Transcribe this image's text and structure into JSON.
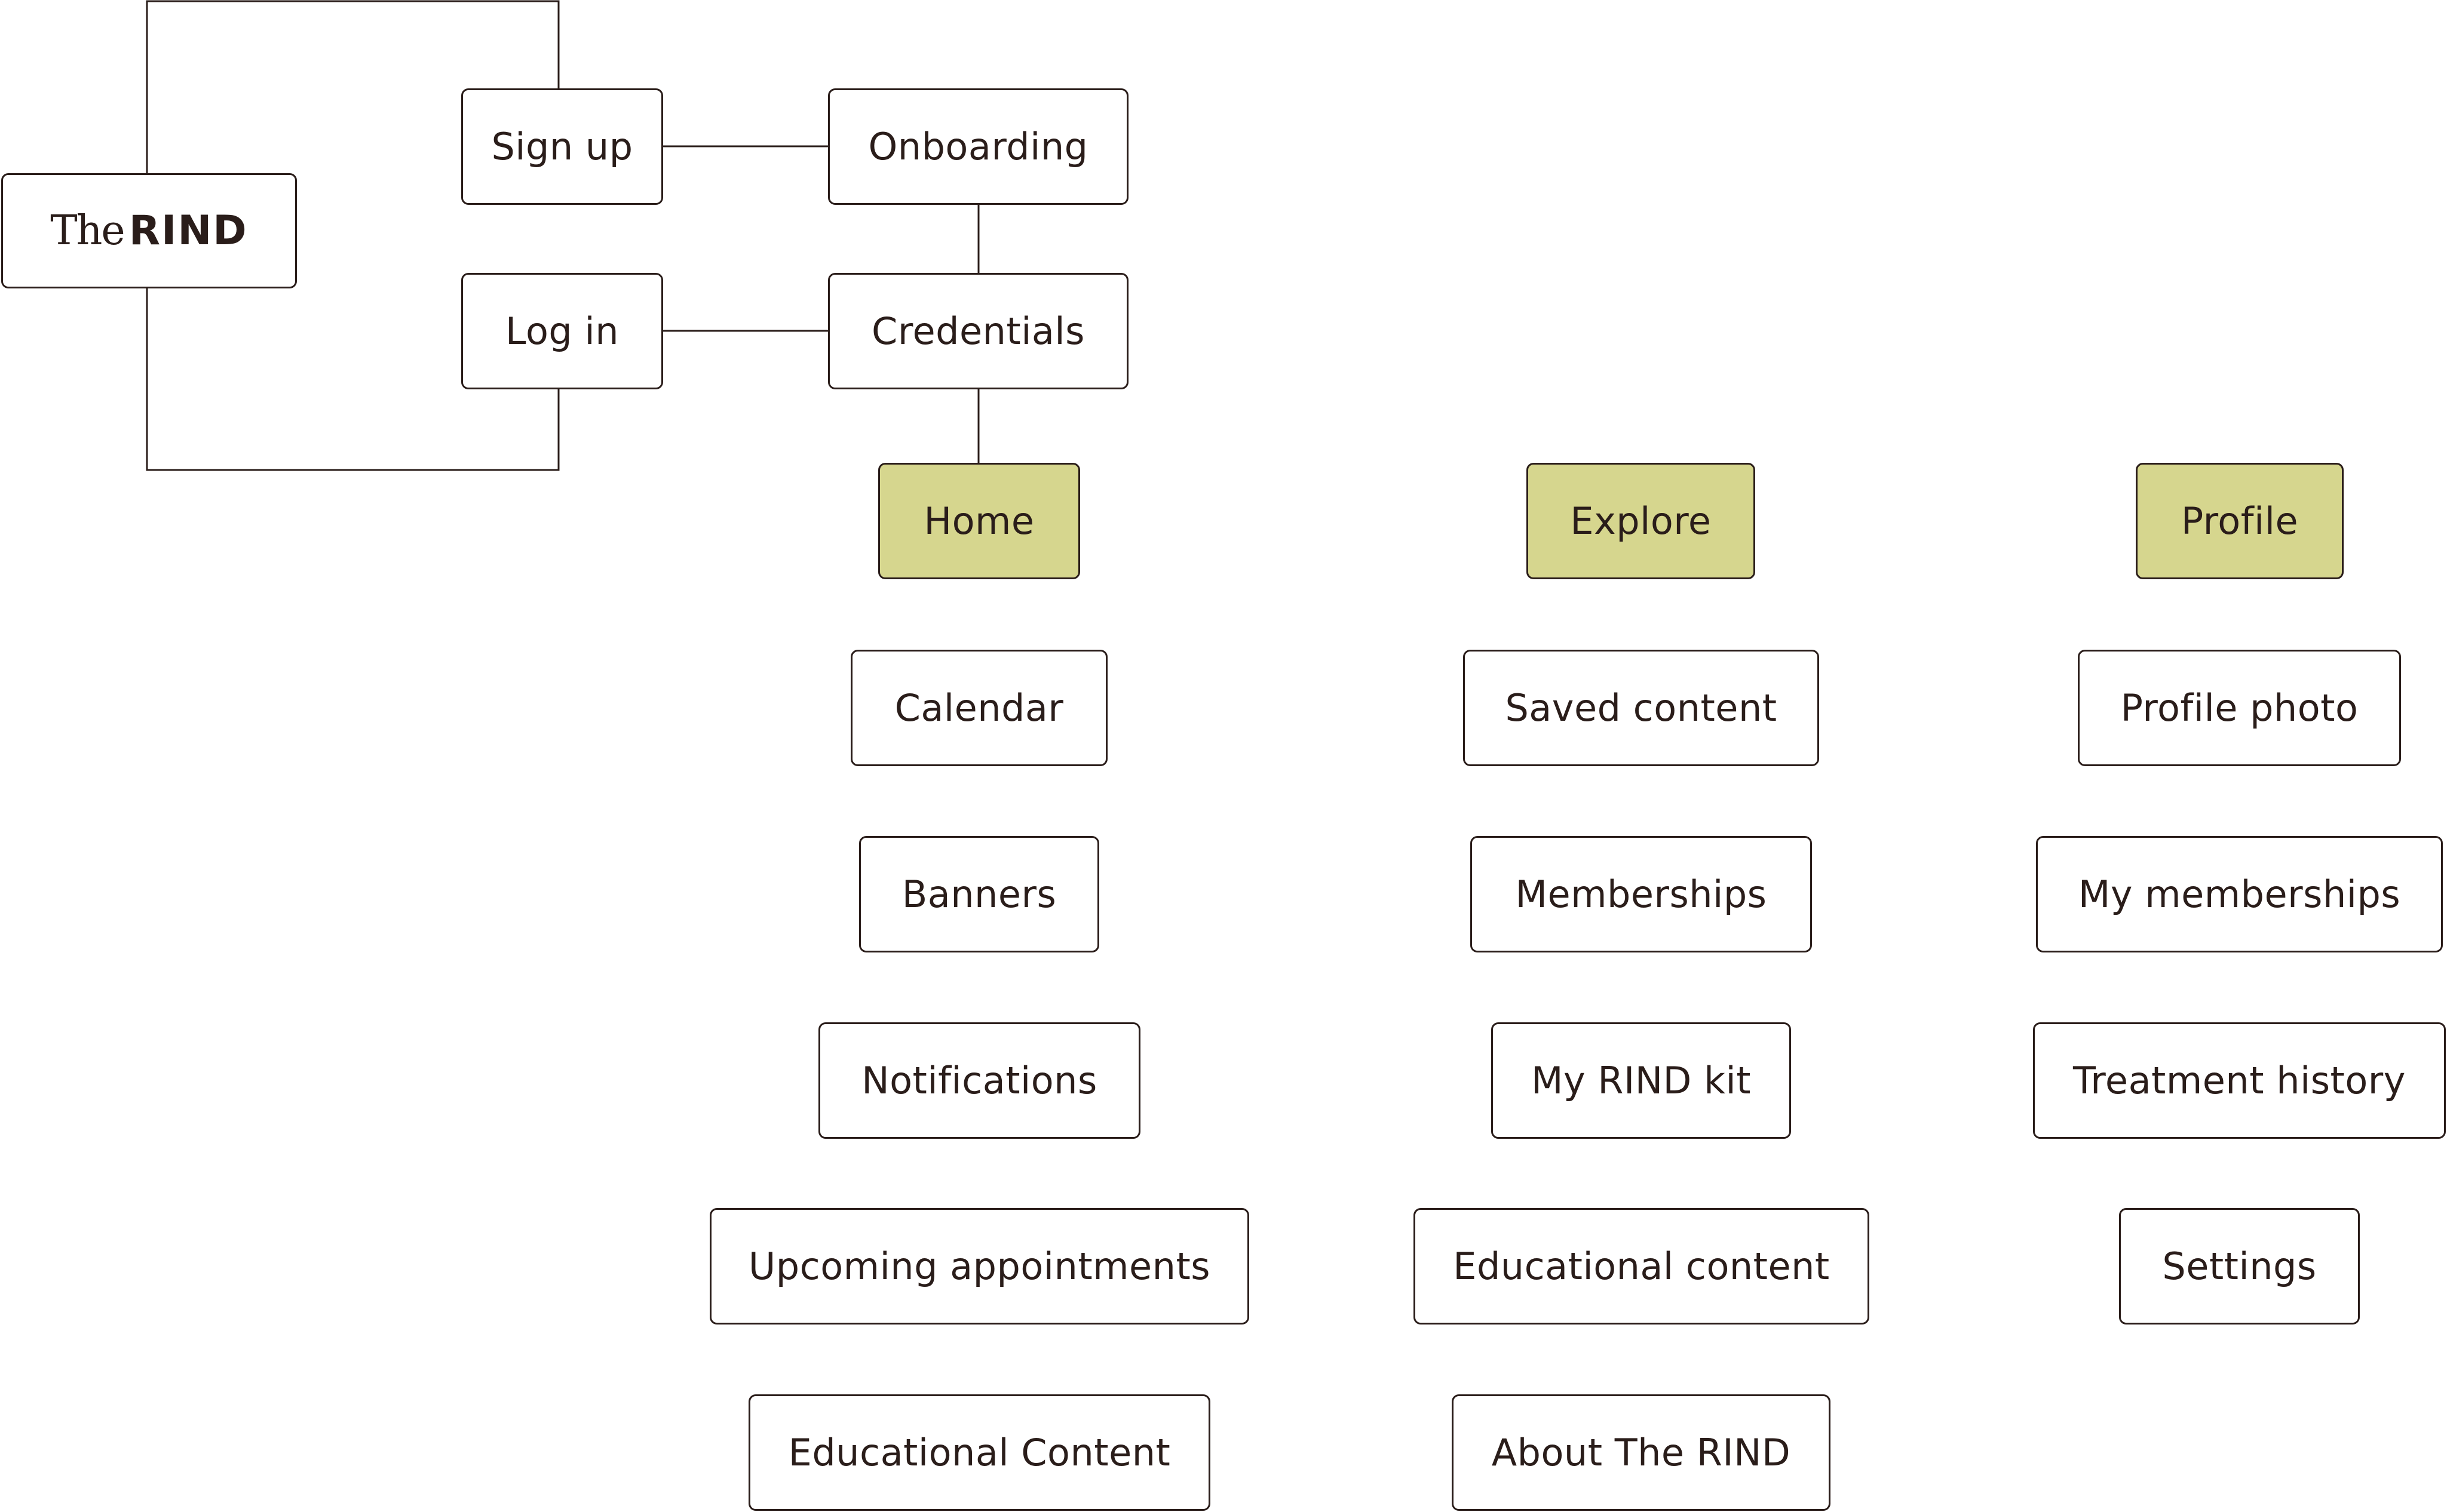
{
  "logo": {
    "prefix": "The",
    "brand": "RIND"
  },
  "auth": {
    "sign_up": "Sign up",
    "log_in": "Log in",
    "onboarding": "Onboarding",
    "credentials": "Credentials"
  },
  "sections": [
    {
      "title": "Home",
      "items": [
        "Calendar",
        "Banners",
        "Notifications",
        "Upcoming appointments",
        "Educational Content"
      ]
    },
    {
      "title": "Explore",
      "items": [
        "Saved content",
        "Memberships",
        "My RIND kit",
        "Educational content",
        "About The RIND"
      ]
    },
    {
      "title": "Profile",
      "items": [
        "Profile photo",
        "My memberships",
        "Treatment history",
        "Settings"
      ]
    }
  ],
  "colors": {
    "stroke": "#2a1d1a",
    "section_fill": "#d6d68e",
    "node_fill": "#ffffff"
  }
}
